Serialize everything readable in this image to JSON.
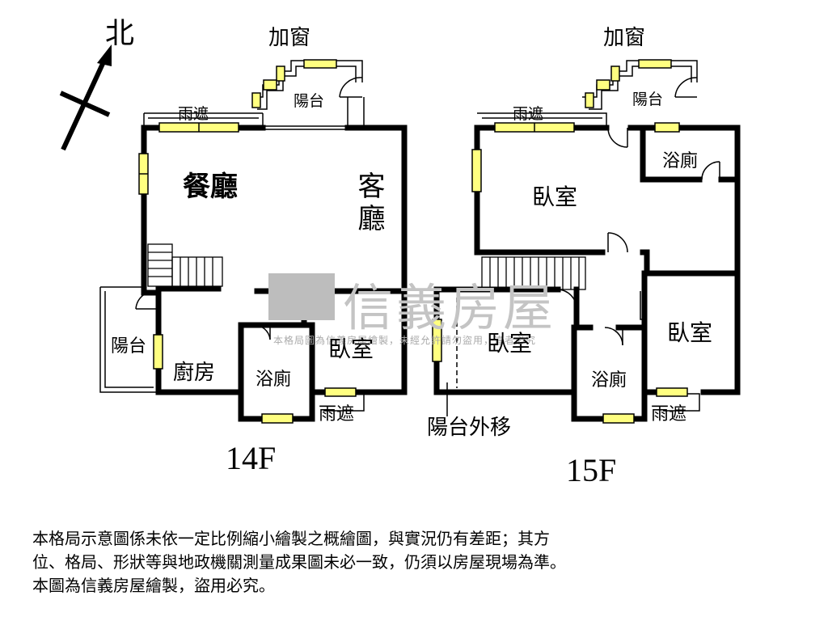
{
  "compass": {
    "north_label": "北"
  },
  "floor_14": {
    "label": "14F",
    "rooms": {
      "dining": "餐廳",
      "living": "客廳",
      "bedroom": "臥室",
      "kitchen": "廚房",
      "bathroom": "浴廁",
      "balcony_top": "陽台",
      "balcony_left": "陽台"
    },
    "annotations": {
      "bay_window": "加窗",
      "awning_top": "雨遮",
      "awning_bottom": "雨遮"
    }
  },
  "floor_15": {
    "label": "15F",
    "rooms": {
      "bedroom_top": "臥室",
      "bathroom_top": "浴廁",
      "bedroom_mid": "臥室",
      "bathroom_bottom": "浴廁",
      "bedroom_right": "臥室",
      "balcony_top": "陽台"
    },
    "annotations": {
      "bay_window": "加窗",
      "awning_top": "雨遮",
      "awning_bottom": "雨遮",
      "balcony_moved": "陽台外移"
    }
  },
  "watermark": {
    "brand": "信義房屋",
    "sub": "本格局圖為信義房屋繪製，未經允許請勿盜用，違者必究"
  },
  "disclaimer": {
    "line1": "本格局示意圖係未依一定比例縮小繪製之概繪圖，與實況仍有差距；其方",
    "line2": "位、格局、形狀等與地政機關測量成果圖未必一致，仍須以房屋現場為準。",
    "line3": "本圖為信義房屋繪製，盜用必究。"
  },
  "colors": {
    "wall": "#000000",
    "window": "#ffff80",
    "watermark": "#bdbdbd"
  }
}
